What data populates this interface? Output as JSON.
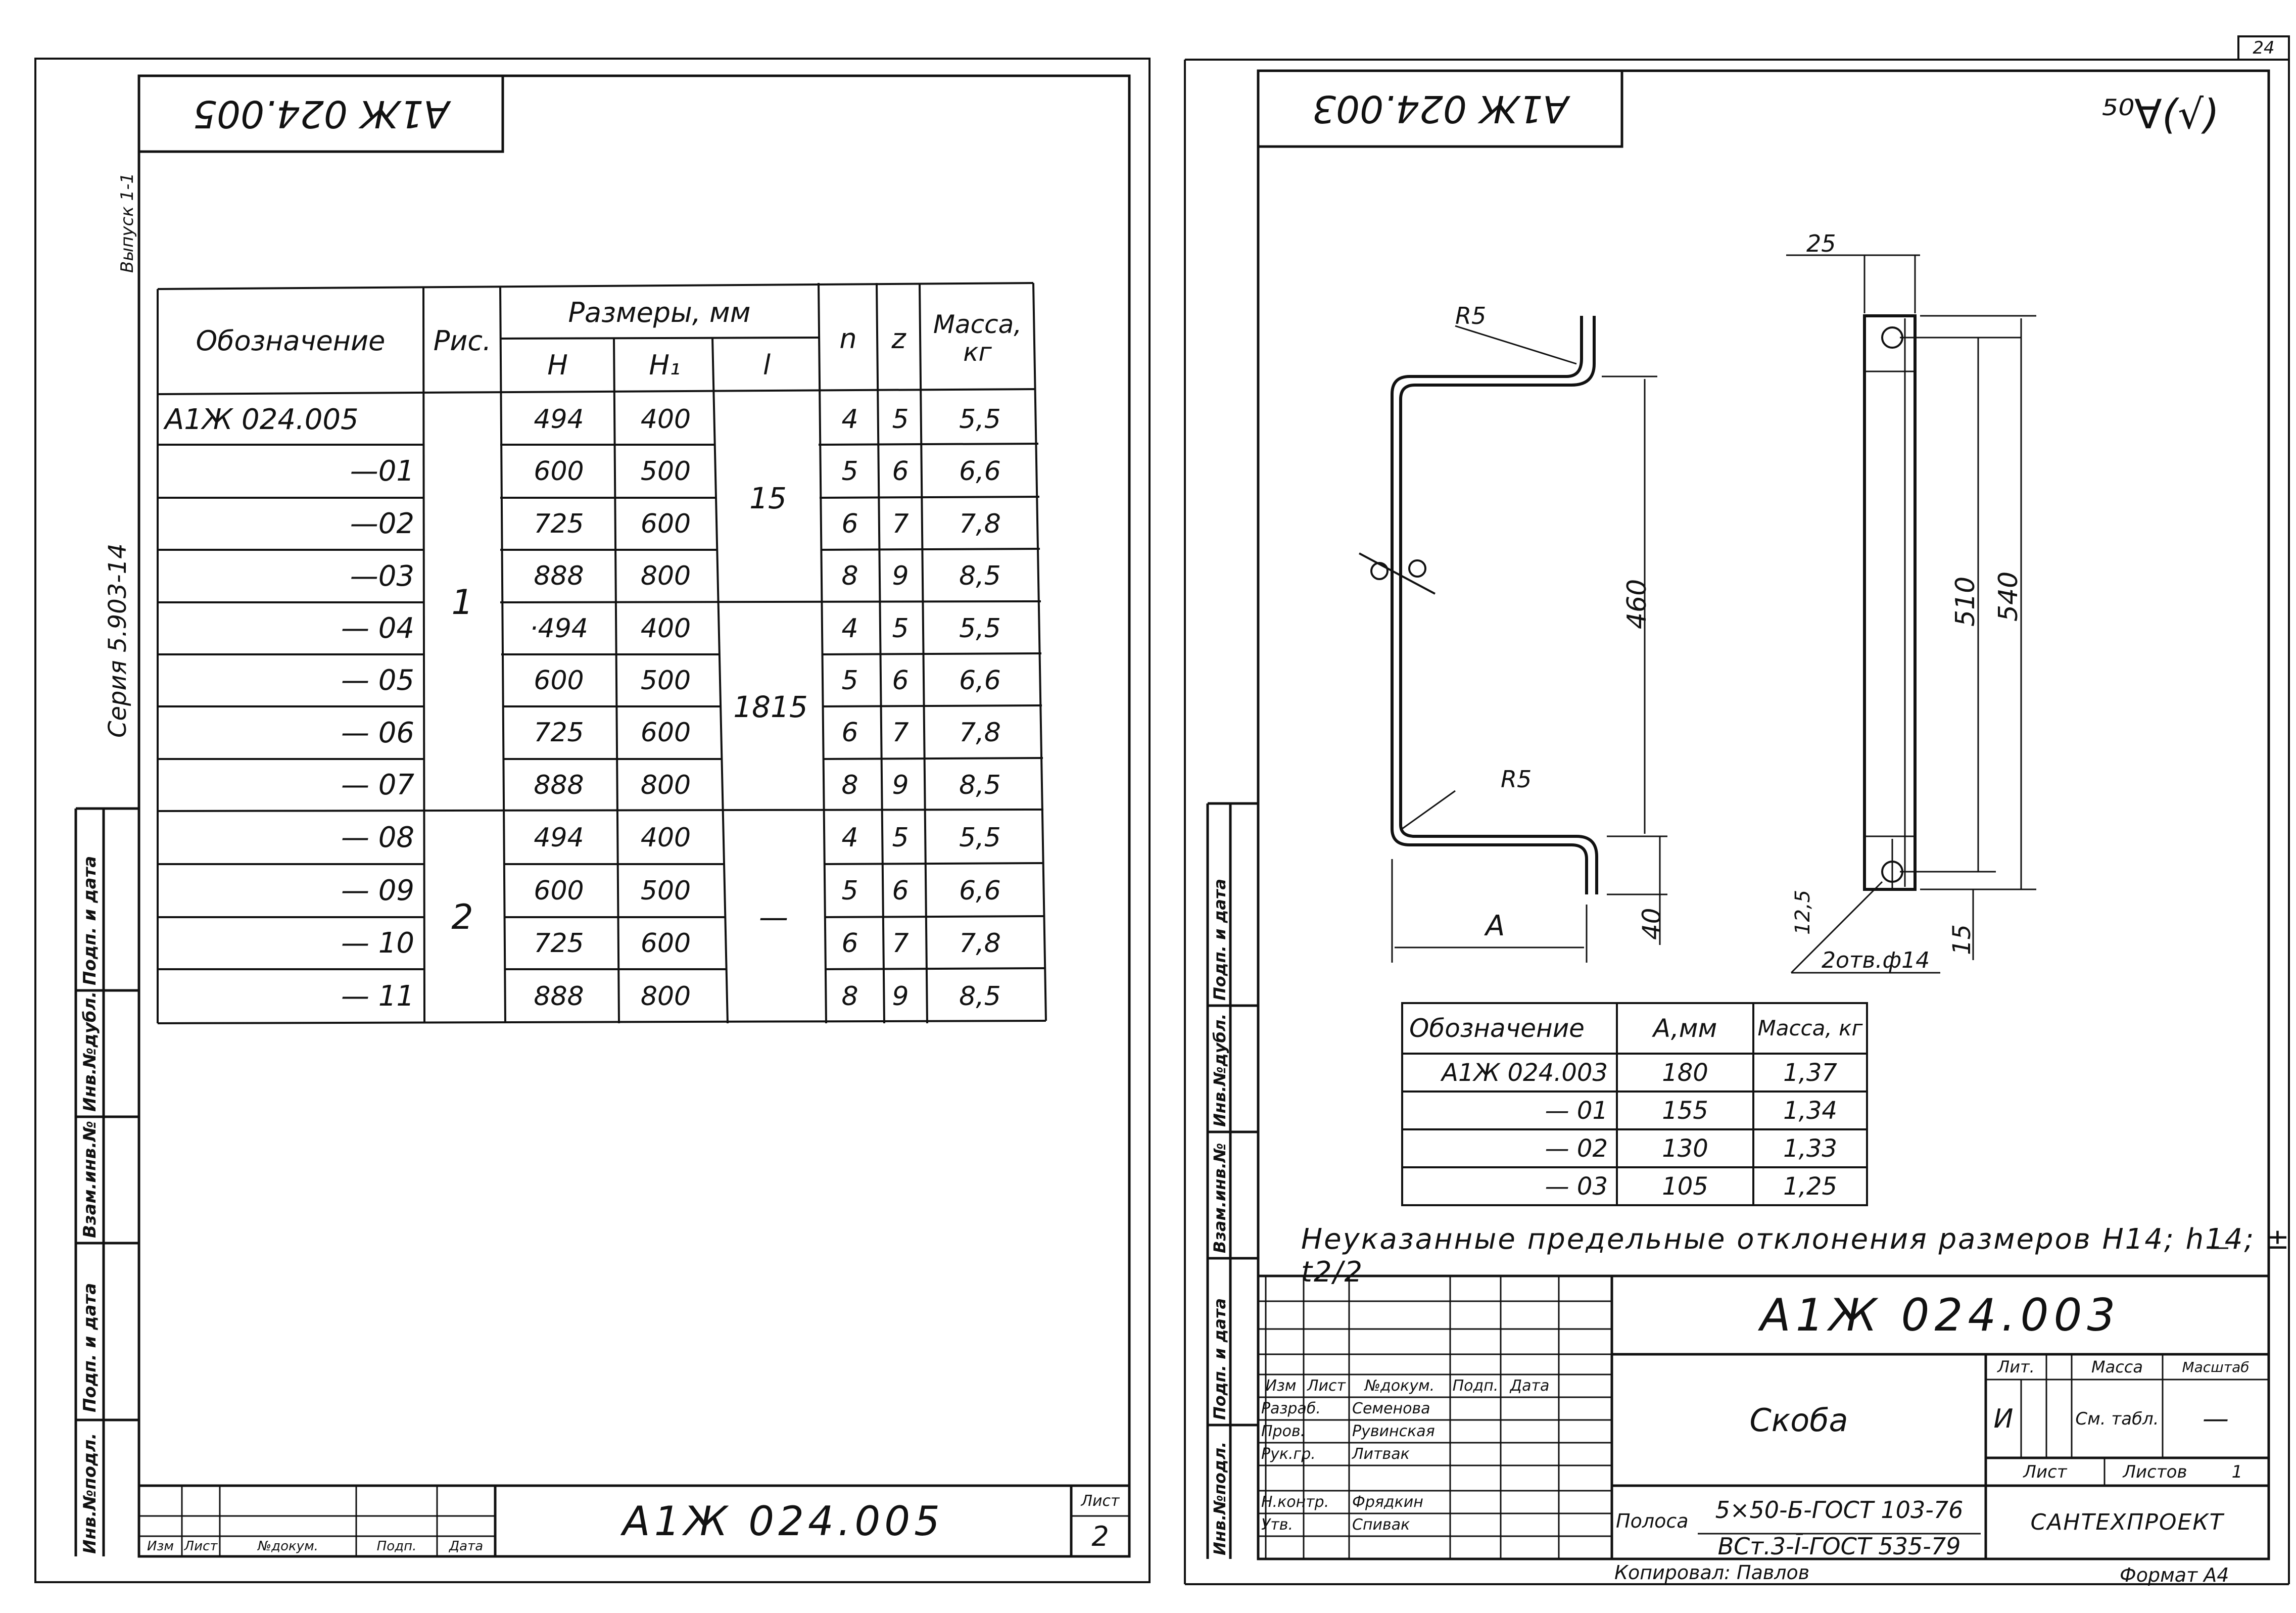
{
  "page_number": "24",
  "left_sheet": {
    "top_stamp": "А1Ж 024.005",
    "margin_release": "Выпуск 1-1",
    "margin_series": "Серия 5.903-14",
    "side_stamp_labels": [
      "Инв.№подл.",
      "Подп. и дата",
      "Взам.инв.№",
      "Инв.№дубл.",
      "Подп. и дата"
    ],
    "table": {
      "headers": {
        "designation": "Обозначение",
        "figure": "Рис.",
        "dimensions": "Размеры, мм",
        "H": "H",
        "H1": "H₁",
        "l": "l",
        "n": "n",
        "z": "z",
        "mass": "Масса, кг"
      },
      "figure_groups": [
        "1",
        "2"
      ],
      "l_groups": [
        "15",
        "1815",
        "—"
      ],
      "rows": [
        {
          "designation": "А1Ж 024.005",
          "H": "494",
          "H1": "400",
          "n": "4",
          "z": "5",
          "mass": "5,5"
        },
        {
          "designation": "—01",
          "H": "600",
          "H1": "500",
          "n": "5",
          "z": "6",
          "mass": "6,6"
        },
        {
          "designation": "—02",
          "H": "725",
          "H1": "600",
          "n": "6",
          "z": "7",
          "mass": "7,8"
        },
        {
          "designation": "—03",
          "H": "888",
          "H1": "800",
          "n": "8",
          "z": "9",
          "mass": "8,5"
        },
        {
          "designation": "— 04",
          "H": "·494",
          "H1": "400",
          "n": "4",
          "z": "5",
          "mass": "5,5"
        },
        {
          "designation": "— 05",
          "H": "600",
          "H1": "500",
          "n": "5",
          "z": "6",
          "mass": "6,6"
        },
        {
          "designation": "— 06",
          "H": "725",
          "H1": "600",
          "n": "6",
          "z": "7",
          "mass": "7,8"
        },
        {
          "designation": "— 07",
          "H": "888",
          "H1": "800",
          "n": "8",
          "z": "9",
          "mass": "8,5"
        },
        {
          "designation": "— 08",
          "H": "494",
          "H1": "400",
          "n": "4",
          "z": "5",
          "mass": "5,5"
        },
        {
          "designation": "— 09",
          "H": "600",
          "H1": "500",
          "n": "5",
          "z": "6",
          "mass": "6,6"
        },
        {
          "designation": "— 10",
          "H": "725",
          "H1": "600",
          "n": "6",
          "z": "7",
          "mass": "7,8"
        },
        {
          "designation": "— 11",
          "H": "888",
          "H1": "800",
          "n": "8",
          "z": "9",
          "mass": "8,5"
        }
      ]
    },
    "title_block": {
      "labels": [
        "Изм",
        "Лист",
        "№докум.",
        "Подп.",
        "Дата"
      ],
      "designation": "А1Ж 024.005",
      "sheet_label": "Лист",
      "sheet_number": "2"
    }
  },
  "right_sheet": {
    "top_stamp": "А1Ж 024.003",
    "roughness": "⁵⁰∀(√)",
    "side_stamp_labels": [
      "Инв.№подл.",
      "Подп. и дата",
      "Взам.инв.№",
      "Инв.№дубл.",
      "Подп. и дата"
    ],
    "dimensions": {
      "r5_top": "R5",
      "r5_bottom": "R5",
      "h460": "460",
      "a": "A",
      "d40": "40",
      "w25": "25",
      "h510": "510",
      "h540": "540",
      "d12_5": "12,5",
      "d15": "15",
      "holes": "2отв.ф14"
    },
    "table": {
      "headers": {
        "designation": "Обозначение",
        "a": "A,мм",
        "mass": "Масса, кг"
      },
      "rows": [
        {
          "designation": "А1Ж 024.003",
          "a": "180",
          "mass": "1,37"
        },
        {
          "designation": "— 01",
          "a": "155",
          "mass": "1,34"
        },
        {
          "designation": "— 02",
          "a": "130",
          "mass": "1,33"
        },
        {
          "designation": "— 03",
          "a": "105",
          "mass": "1,25"
        }
      ]
    },
    "tolerance_note": "Неуказанные предельные отклонения размеров H14; h14; ± t2/2",
    "title_block": {
      "designation": "А1Ж 024.003",
      "name": "Скоба",
      "labels": [
        "Изм",
        "Лист",
        "№докум.",
        "Подп.",
        "Дата"
      ],
      "roles": [
        {
          "role": "Разраб.",
          "name": "Семенова"
        },
        {
          "role": "Пров.",
          "name": "Рувинская"
        },
        {
          "role": "Рук.гр.",
          "name": "Литвак"
        },
        {
          "role": "Н.контр.",
          "name": "Фрядкин"
        },
        {
          "role": "Утв.",
          "name": "Спивак"
        }
      ],
      "lit_label": "Лит.",
      "lit_value": "И",
      "mass_label": "Масса",
      "mass_value": "См. табл.",
      "scale_label": "Масштаб",
      "scale_value": "—",
      "sheet_label": "Лист",
      "sheets_label": "Листов",
      "sheets_value": "1",
      "material_prefix": "Полоса",
      "material_top": "5×50-Б-ГОСТ 103-76",
      "material_bottom": "ВСт.3-Ī-ГОСТ 535-79",
      "organization": "Сантехпроект",
      "copied": "Копировал: Павлов",
      "format": "Формат А4"
    }
  }
}
